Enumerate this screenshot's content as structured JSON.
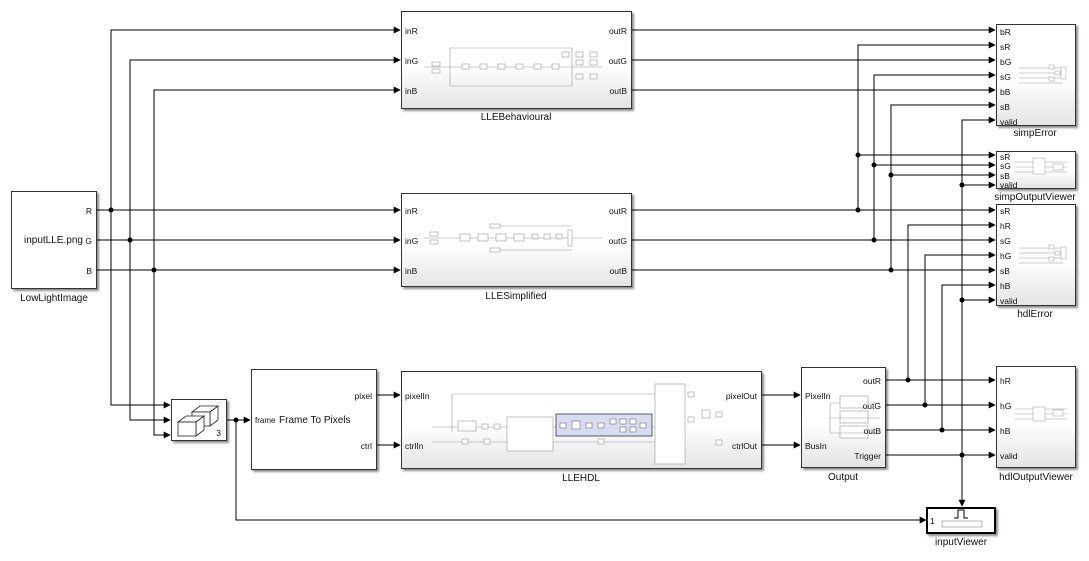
{
  "blocks": {
    "source": {
      "name": "LowLightImage",
      "file": "inputLLE.png",
      "ports": [
        "R",
        "G",
        "B"
      ]
    },
    "concat": {
      "port_count": "3"
    },
    "f2p": {
      "title": "Frame To Pixels",
      "in_port": "frame",
      "out_pixel": "pixel",
      "out_ctrl": "ctrl"
    },
    "behav": {
      "name": "LLEBehavioural",
      "inputs": [
        "inR",
        "inG",
        "inB"
      ],
      "outputs": [
        "outR",
        "outG",
        "outB"
      ]
    },
    "simp": {
      "name": "LLESimplified",
      "inputs": [
        "inR",
        "inG",
        "inB"
      ],
      "outputs": [
        "outR",
        "outG",
        "outB"
      ]
    },
    "hdl": {
      "name": "LLEHDL",
      "inputs": [
        "pixelIn",
        "ctrlIn"
      ],
      "outputs": [
        "pixelOut",
        "ctrlOut"
      ]
    },
    "output": {
      "name": "Output",
      "inputs": [
        "PixelIn",
        "BusIn"
      ],
      "outputs": [
        "outR",
        "outG",
        "outB",
        "Trigger"
      ]
    },
    "simpError": {
      "name": "simpError",
      "ports": [
        "bR",
        "sR",
        "bG",
        "sG",
        "bB",
        "sB",
        "valid"
      ]
    },
    "simpViewer": {
      "name": "simpOutputViewer",
      "ports": [
        "sR",
        "sG",
        "sB",
        "valid"
      ]
    },
    "hdlError": {
      "name": "hdlError",
      "ports": [
        "sR",
        "hR",
        "sG",
        "hG",
        "sB",
        "hB",
        "valid"
      ]
    },
    "hdlViewer": {
      "name": "hdlOutputViewer",
      "ports": [
        "hR",
        "hG",
        "hB",
        "valid"
      ]
    },
    "inputViewer": {
      "name": "inputViewer",
      "port": "1"
    }
  },
  "colors": {
    "line": "#000000",
    "block_border": "#333333",
    "highlight_subsystem": "#d8dcf0"
  }
}
